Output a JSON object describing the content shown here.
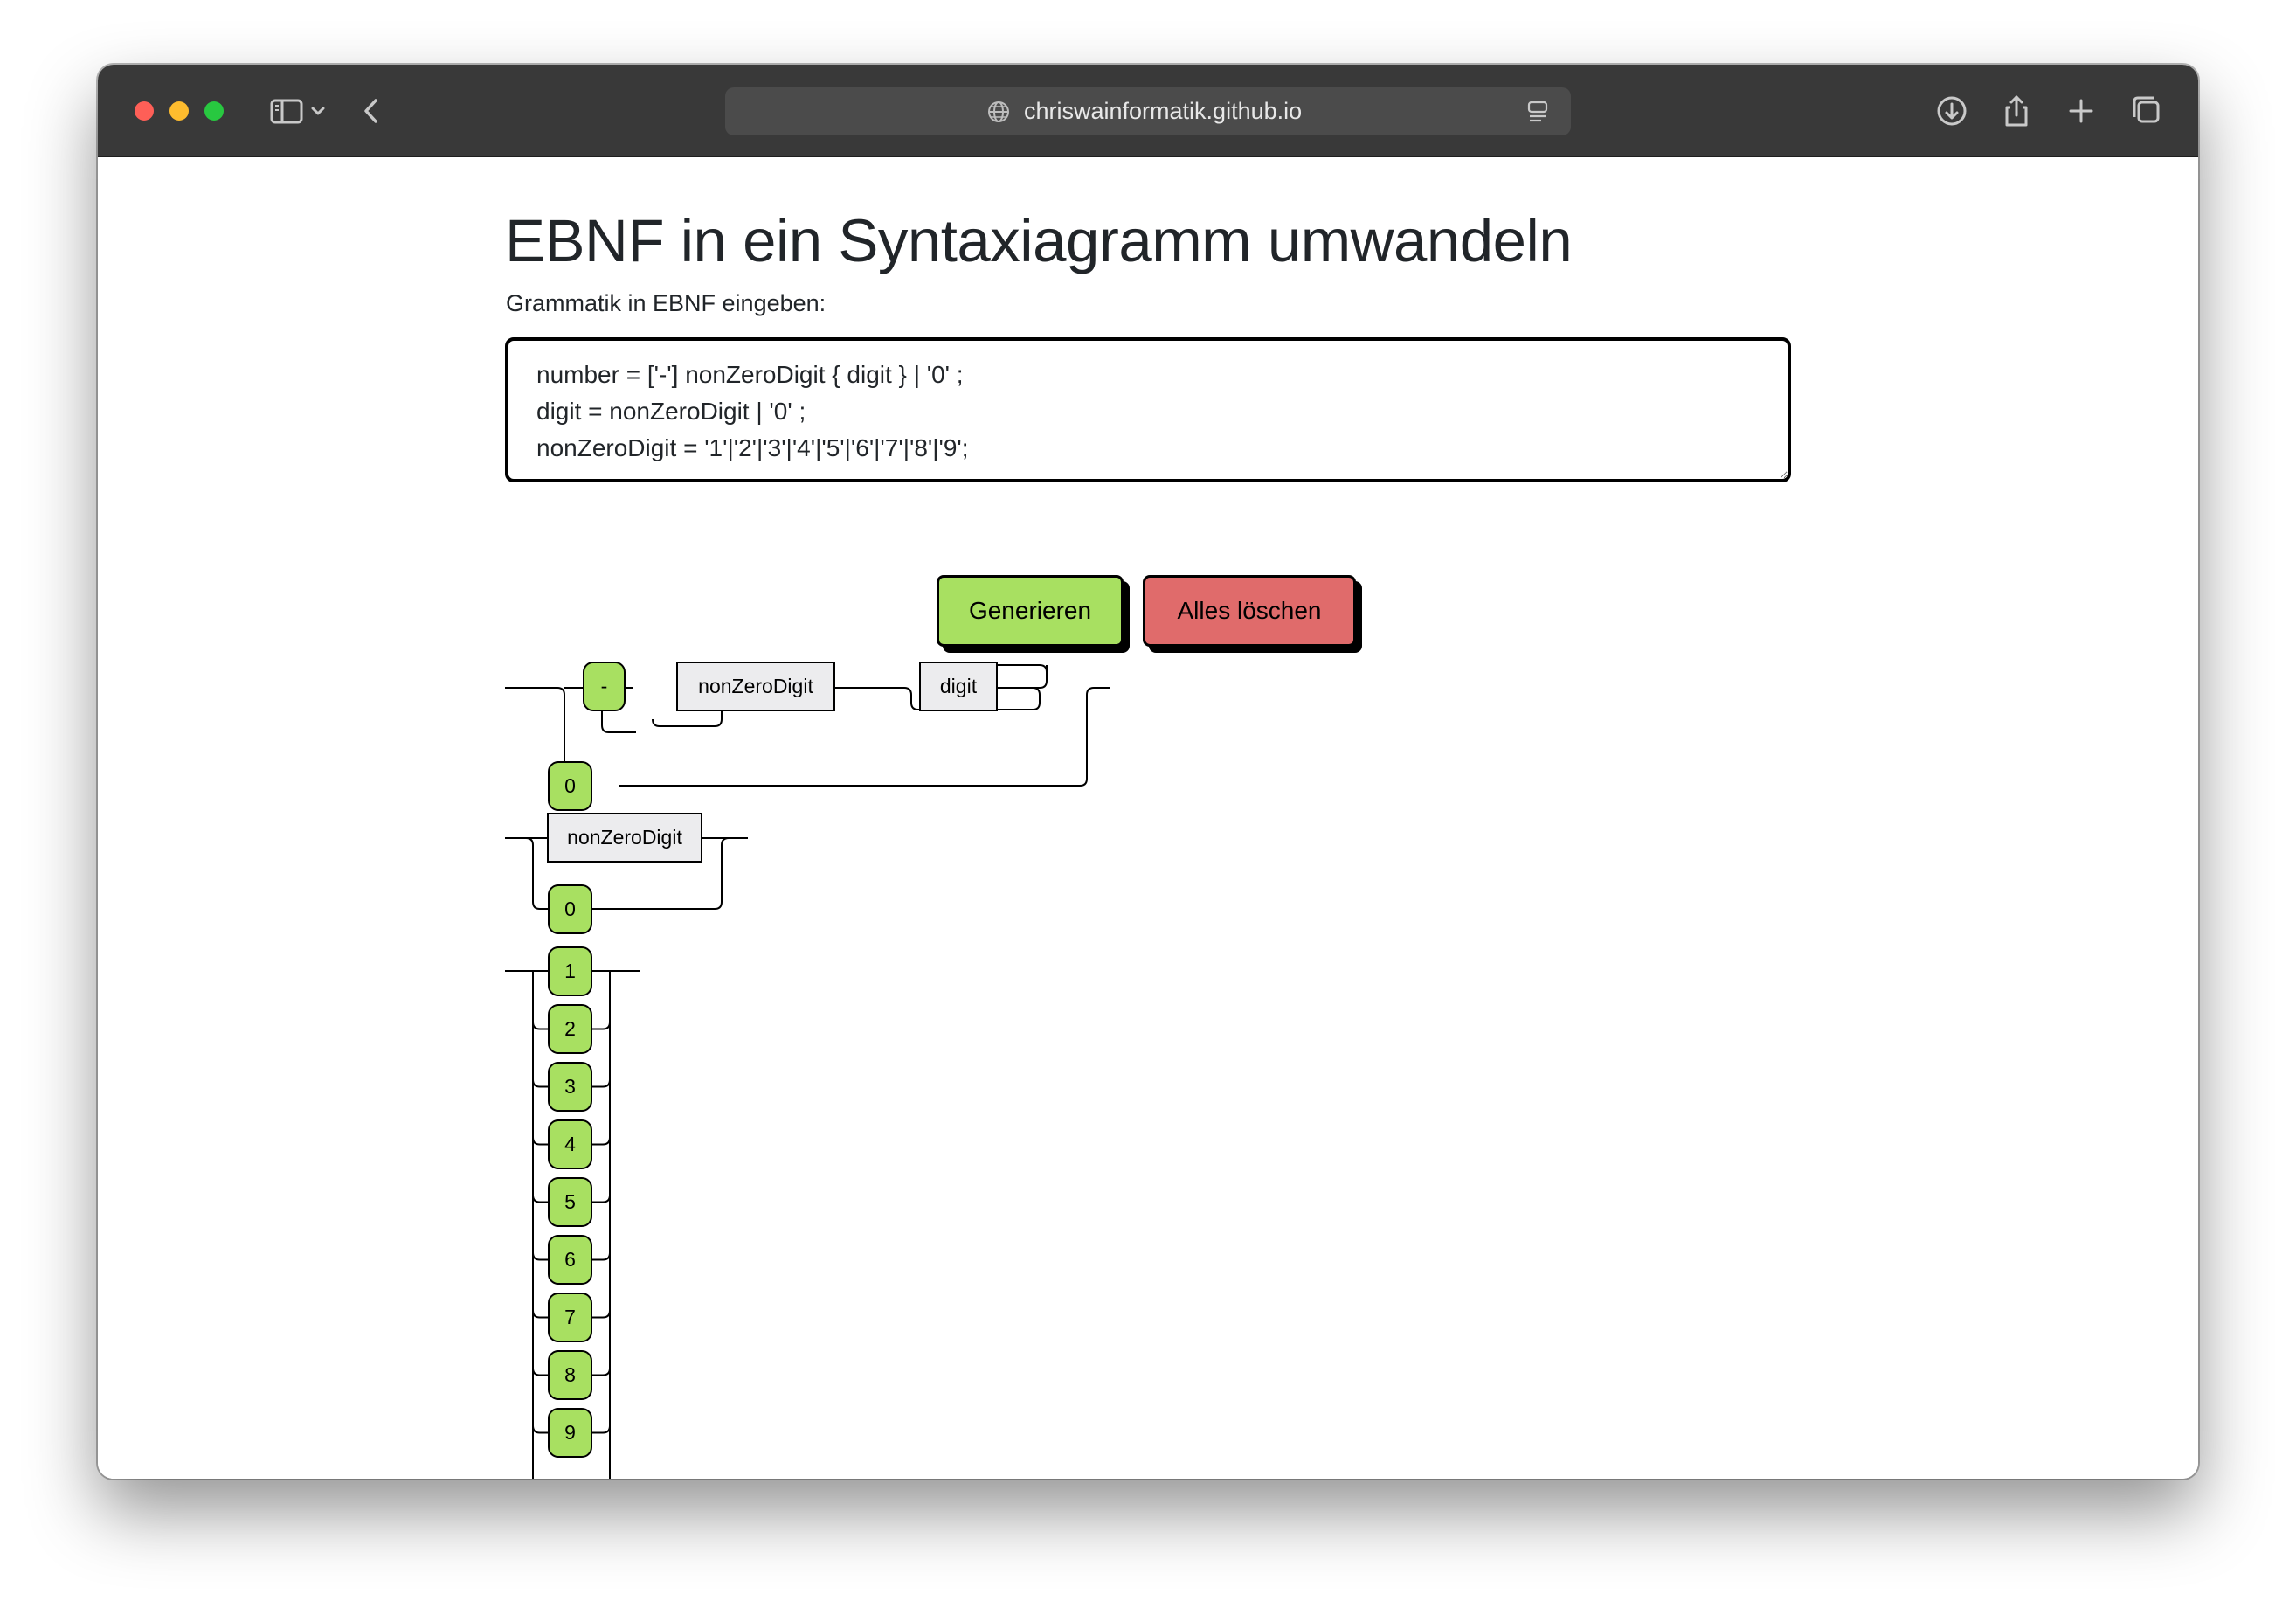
{
  "browser": {
    "url": "chriswainformatik.github.io"
  },
  "page": {
    "title": "EBNF in ein Syntaxiagramm umwandeln",
    "grammar_label": "Grammatik in EBNF eingeben:",
    "grammar_value": "number = ['-'] nonZeroDigit { digit } | '0' ;\ndigit = nonZeroDigit | '0' ;\nnonZeroDigit = '1'|'2'|'3'|'4'|'5'|'6'|'7'|'8'|'9';",
    "generate_label": "Generieren",
    "clear_label": "Alles löschen"
  },
  "diagrams": {
    "number": {
      "minus": "-",
      "nonzero": "nonZeroDigit",
      "digit": "digit",
      "zero": "0"
    },
    "digit": {
      "nonzero": "nonZeroDigit",
      "zero": "0"
    },
    "nonZeroDigit": {
      "options": [
        "1",
        "2",
        "3",
        "4",
        "5",
        "6",
        "7",
        "8",
        "9"
      ]
    }
  },
  "colors": {
    "terminal": "#a8e061",
    "nonterminal": "#ececee",
    "generate_button": "#a8e061",
    "clear_button": "#e06b6b",
    "titlebar": "#393939"
  }
}
